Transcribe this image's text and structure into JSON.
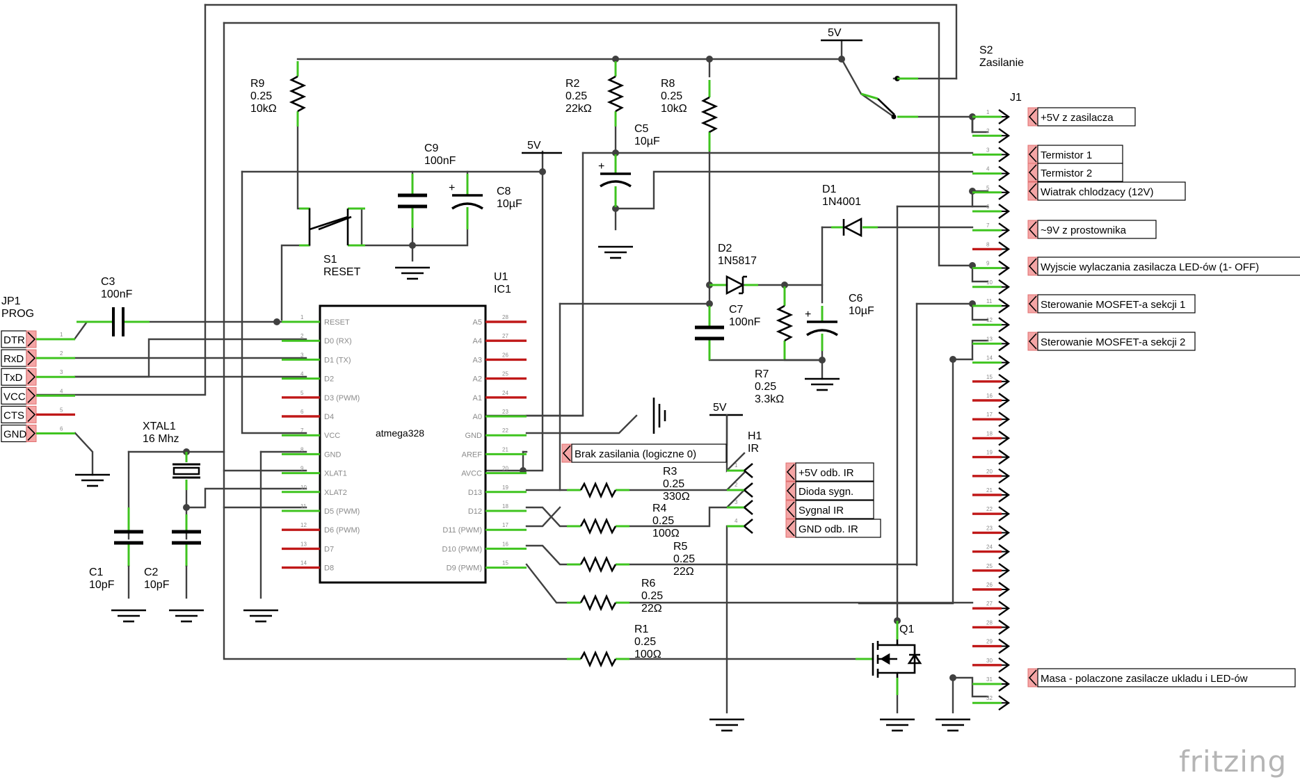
{
  "brand": "fritzing",
  "power_labels": {
    "v5": "5V"
  },
  "parts": {
    "r9": {
      "ref": "R9",
      "rating": "0.25",
      "value": "10kΩ"
    },
    "r2": {
      "ref": "R2",
      "rating": "0.25",
      "value": "22kΩ"
    },
    "r8": {
      "ref": "R8",
      "rating": "0.25",
      "value": "10kΩ"
    },
    "c5": {
      "ref": "C5",
      "value": "10µF"
    },
    "c9": {
      "ref": "C9",
      "value": "100nF"
    },
    "c8": {
      "ref": "C8",
      "value": "10µF"
    },
    "c3": {
      "ref": "C3",
      "value": "100nF"
    },
    "s1": {
      "ref": "S1",
      "name": "RESET"
    },
    "s2": {
      "ref": "S2",
      "name": "Zasilanie"
    },
    "jp1": {
      "ref": "JP1",
      "name": "PROG"
    },
    "u1": {
      "ref": "U1",
      "name": "IC1",
      "chip": "atmega328"
    },
    "d1": {
      "ref": "D1",
      "value": "1N4001"
    },
    "d2": {
      "ref": "D2",
      "value": "1N5817"
    },
    "c7": {
      "ref": "C7",
      "value": "100nF"
    },
    "c6": {
      "ref": "C6",
      "value": "10µF"
    },
    "r7": {
      "ref": "R7",
      "rating": "0.25",
      "value": "3.3kΩ"
    },
    "xtal1": {
      "ref": "XTAL1",
      "value": "16 Mhz"
    },
    "c1": {
      "ref": "C1",
      "value": "10pF"
    },
    "c2": {
      "ref": "C2",
      "value": "10pF"
    },
    "h1": {
      "ref": "H1",
      "name": "IR"
    },
    "r3": {
      "ref": "R3",
      "rating": "0.25",
      "value": "330Ω"
    },
    "r4": {
      "ref": "R4",
      "rating": "0.25",
      "value": "100Ω"
    },
    "r5": {
      "ref": "R5",
      "rating": "0.25",
      "value": "22Ω"
    },
    "r6": {
      "ref": "R6",
      "rating": "0.25",
      "value": "22Ω"
    },
    "r1": {
      "ref": "R1",
      "rating": "0.25",
      "value": "100Ω"
    },
    "q1": {
      "ref": "Q1"
    },
    "j1": {
      "ref": "J1"
    }
  },
  "jp1_pins": [
    "DTR",
    "RxD",
    "TxD",
    "VCC",
    "CTS",
    "GND"
  ],
  "ic_left_pins": [
    {
      "num": "1",
      "name": "RESET"
    },
    {
      "num": "2",
      "name": "D0 (RX)"
    },
    {
      "num": "3",
      "name": "D1 (TX)"
    },
    {
      "num": "4",
      "name": "D2"
    },
    {
      "num": "5",
      "name": "D3 (PWM)"
    },
    {
      "num": "6",
      "name": "D4"
    },
    {
      "num": "7",
      "name": "VCC"
    },
    {
      "num": "8",
      "name": "GND"
    },
    {
      "num": "9",
      "name": "XLAT1"
    },
    {
      "num": "10",
      "name": "XLAT2"
    },
    {
      "num": "11",
      "name": "D5 (PWM)"
    },
    {
      "num": "12",
      "name": "D6 (PWM)"
    },
    {
      "num": "13",
      "name": "D7"
    },
    {
      "num": "14",
      "name": "D8"
    }
  ],
  "ic_right_pins": [
    {
      "num": "28",
      "name": "A5"
    },
    {
      "num": "27",
      "name": "A4"
    },
    {
      "num": "26",
      "name": "A3"
    },
    {
      "num": "25",
      "name": "A2"
    },
    {
      "num": "24",
      "name": "A1"
    },
    {
      "num": "23",
      "name": "A0"
    },
    {
      "num": "22",
      "name": "GND"
    },
    {
      "num": "21",
      "name": "AREF"
    },
    {
      "num": "20",
      "name": "AVCC"
    },
    {
      "num": "19",
      "name": "D13"
    },
    {
      "num": "18",
      "name": "D12"
    },
    {
      "num": "17",
      "name": "D11 (PWM)"
    },
    {
      "num": "16",
      "name": "D10 (PWM)"
    },
    {
      "num": "15",
      "name": "D9 (PWM)"
    }
  ],
  "flags": {
    "plus5v": "+5V z zasilacza",
    "termistor1": "Termistor 1",
    "termistor2": "Termistor 2",
    "wiatrak": "Wiatrak chlodzacy (12V)",
    "prostownik": "~9V z prostownika",
    "wyjscie": "Wyjscie wylaczania zasilacza LED-ów (1- OFF)",
    "mosfet1": "Sterowanie MOSFET-a sekcji 1",
    "mosfet2": "Sterowanie MOSFET-a sekcji 2",
    "brak": "Brak zasilania (logiczne 0)",
    "ir_plus": "+5V odb. IR",
    "ir_dioda": "Dioda sygn.",
    "ir_sygnal": "Sygnal IR",
    "ir_gnd": "GND odb. IR",
    "masa": "Masa - polaczone zasilacze ukladu i LED-ów"
  },
  "j1_pin_count": 32,
  "j1_connected": [
    1,
    2,
    3,
    4,
    5,
    6,
    7,
    9,
    10,
    11,
    12,
    13,
    14,
    31,
    32
  ]
}
